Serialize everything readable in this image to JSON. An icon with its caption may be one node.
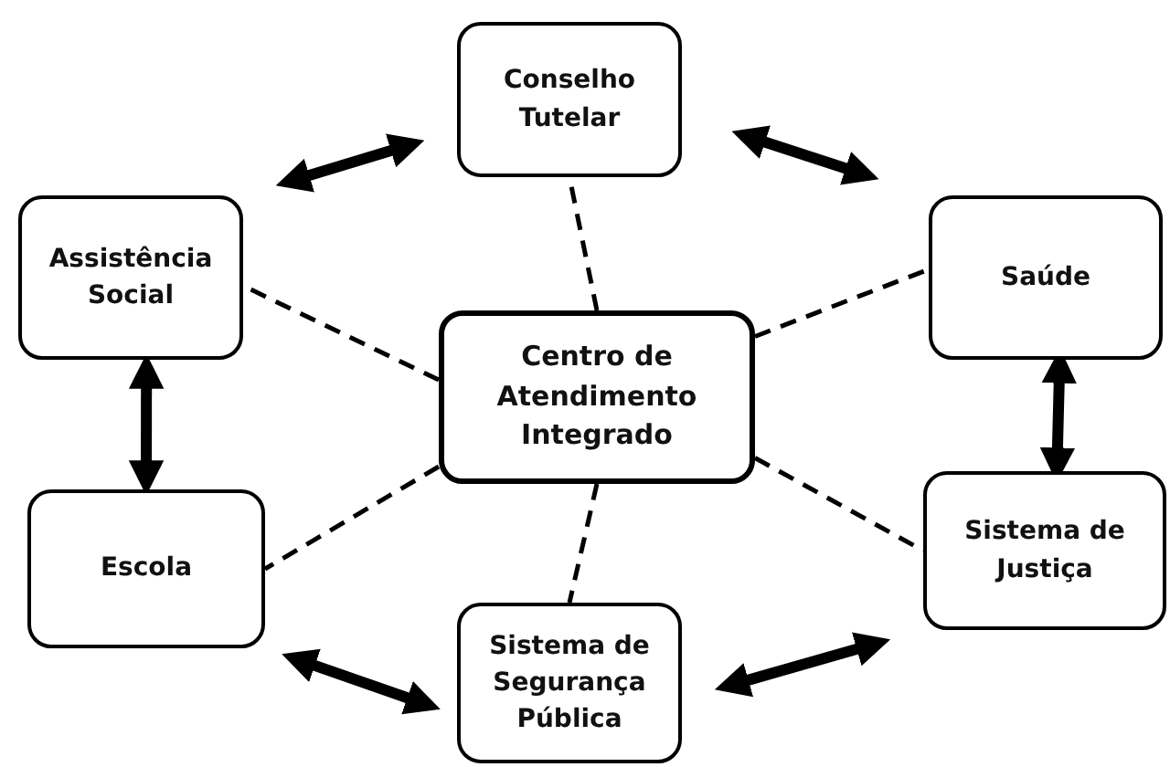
{
  "diagram": {
    "nodes": [
      {
        "text": [
          "Conselho Tutelar"
        ]
      },
      {
        "text": [
          "Assistência Social"
        ]
      },
      {
        "text": [
          "Centro de Atendimento Integrado"
        ]
      },
      {
        "text": [
          "Saúde"
        ]
      },
      {
        "text": [
          "Escola"
        ]
      },
      {
        "text": [
          "Sistema de Justiça"
        ]
      },
      {
        "text": [
          "Sistema de Segurança Pública"
        ]
      }
    ],
    "edges": [
      {
        "from": 2,
        "to": 0,
        "arrow": "none",
        "style": "dashed"
      },
      {
        "from": 2,
        "to": 1,
        "arrow": "none",
        "style": "dashed"
      },
      {
        "from": 2,
        "to": 3,
        "arrow": "none",
        "style": "dashed"
      },
      {
        "from": 2,
        "to": 4,
        "arrow": "none",
        "style": "dashed"
      },
      {
        "from": 2,
        "to": 5,
        "arrow": "none",
        "style": "dashed"
      },
      {
        "from": 2,
        "to": 6,
        "arrow": "none",
        "style": "dashed"
      },
      {
        "from": 1,
        "to": 0,
        "arrow": "both",
        "style": "thick"
      },
      {
        "from": 0,
        "to": 3,
        "arrow": "both",
        "style": "thick"
      },
      {
        "from": 1,
        "to": 4,
        "arrow": "both",
        "style": "thick"
      },
      {
        "from": 3,
        "to": 5,
        "arrow": "both",
        "style": "thick"
      },
      {
        "from": 4,
        "to": 6,
        "arrow": "both",
        "style": "thick"
      },
      {
        "from": 6,
        "to": 5,
        "arrow": "both",
        "style": "thick"
      }
    ]
  }
}
